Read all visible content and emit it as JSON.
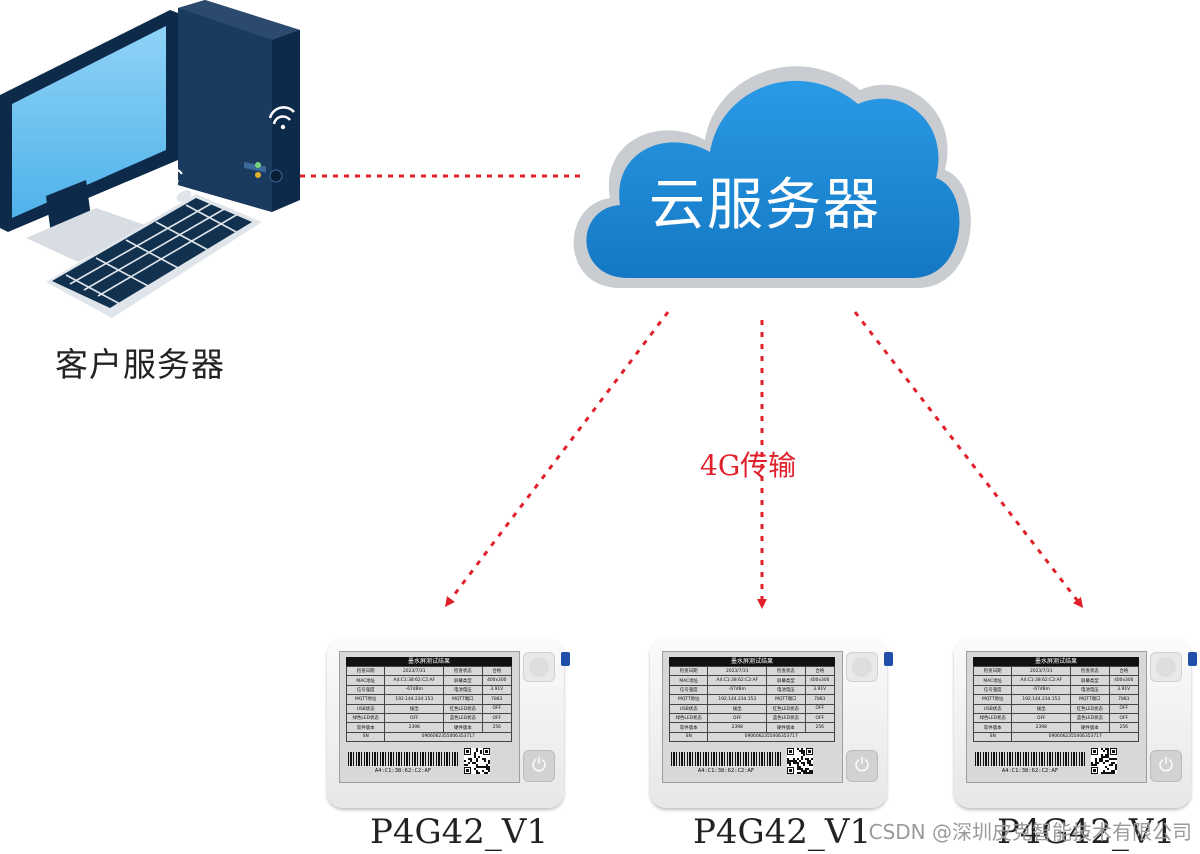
{
  "labels": {
    "client": "客户服务器",
    "cloud": "云服务器",
    "transfer": "4G传输",
    "watermark": "CSDN @深圳皮克智能技术有限公司"
  },
  "colors": {
    "link_dotted": "#e0202a",
    "cloud_fill": "#1a8ad8",
    "cloud_rim": "#c9ccd0"
  },
  "icons": {
    "client": "desktop-computer-icon",
    "cloud": "cloud-icon",
    "device_power": "power-icon"
  },
  "screen": {
    "title": "墨水屏测试结果",
    "rows": [
      [
        "检查日期",
        "2023/7/31",
        "检查状态",
        "合格"
      ],
      [
        "MAC地址",
        "A4:C1:38:62:C2:AF",
        "屏幕类型",
        "400x300"
      ],
      [
        "信号强度",
        "-67dBm",
        "电池电压",
        "3.91V"
      ],
      [
        "MQTT地址",
        "192.144.234.153",
        "MQTT端口",
        "7883"
      ],
      [
        "USB状态",
        "拔出",
        "红色LED状态",
        "OFF"
      ],
      [
        "绿色LED状态",
        "OFF",
        "蓝色LED状态",
        "OFF"
      ],
      [
        "软件版本",
        "2398",
        "硬件版本",
        "256"
      ],
      [
        "SN",
        "0906062355006353717",
        "",
        ""
      ]
    ],
    "mac_caption": "A4:C1:38:62:C2:AF"
  },
  "devices": [
    {
      "name": "P4G42_V1"
    },
    {
      "name": "P4G42_V1"
    },
    {
      "name": "P4G42_V1"
    }
  ]
}
